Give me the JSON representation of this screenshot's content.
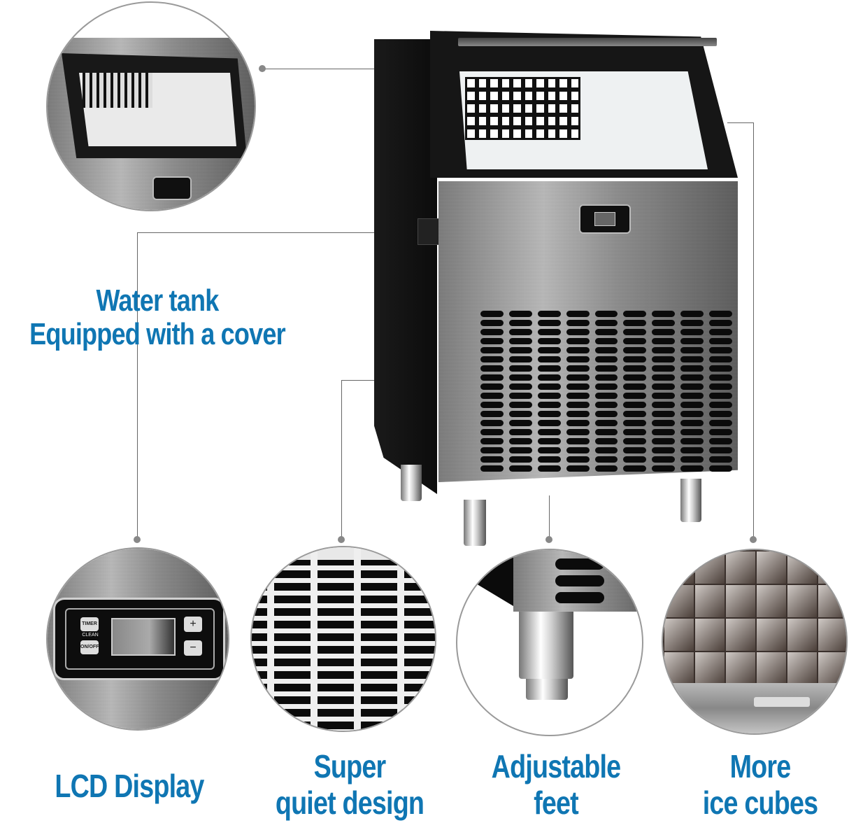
{
  "features": {
    "water_tank": {
      "line1": "Water tank",
      "line2": "Equipped with a cover"
    },
    "lcd": {
      "label": "LCD Display"
    },
    "quiet": {
      "line1": "Super",
      "line2": "quiet design"
    },
    "feet": {
      "line1": "Adjustable",
      "line2": "feet"
    },
    "ice": {
      "line1": "More",
      "line2": "ice cubes"
    }
  },
  "control_panel": {
    "timer_button": "TIMER",
    "clean_label": "CLEAN",
    "onoff_button": "ON/OFF",
    "plus_button": "+",
    "minus_button": "−"
  },
  "colors": {
    "accent_text": "#0f76b3",
    "connector": "#666666",
    "dot": "#888888"
  }
}
